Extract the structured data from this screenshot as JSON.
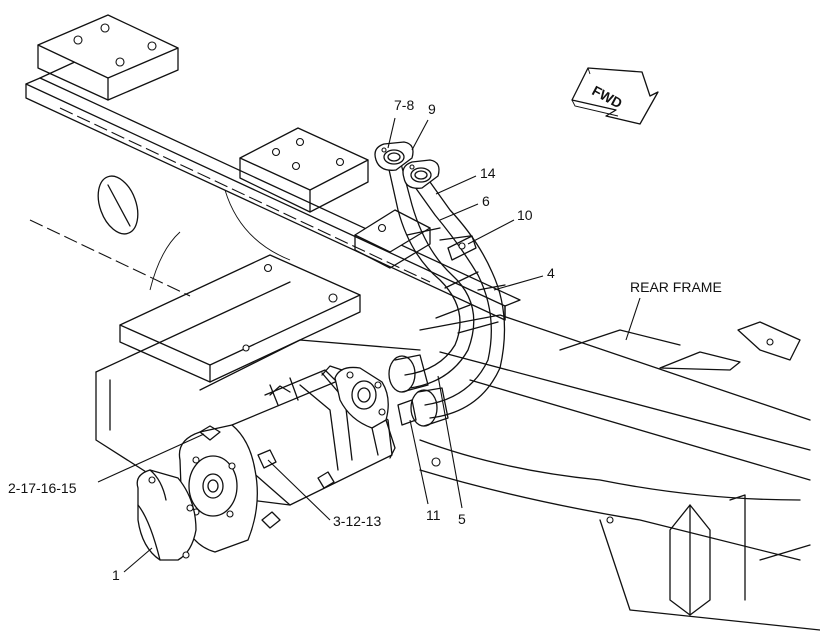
{
  "direction_arrow": {
    "label": "FWD"
  },
  "frame_label": "REAR FRAME",
  "callouts": [
    {
      "id": "c-7-8",
      "label": "7-8"
    },
    {
      "id": "c-9",
      "label": "9"
    },
    {
      "id": "c-14",
      "label": "14"
    },
    {
      "id": "c-6",
      "label": "6"
    },
    {
      "id": "c-10",
      "label": "10"
    },
    {
      "id": "c-4",
      "label": "4"
    },
    {
      "id": "c-2-17-16-15",
      "label": "2-17-16-15"
    },
    {
      "id": "c-3-12-13",
      "label": "3-12-13"
    },
    {
      "id": "c-11",
      "label": "11"
    },
    {
      "id": "c-5",
      "label": "5"
    },
    {
      "id": "c-1",
      "label": "1"
    }
  ]
}
